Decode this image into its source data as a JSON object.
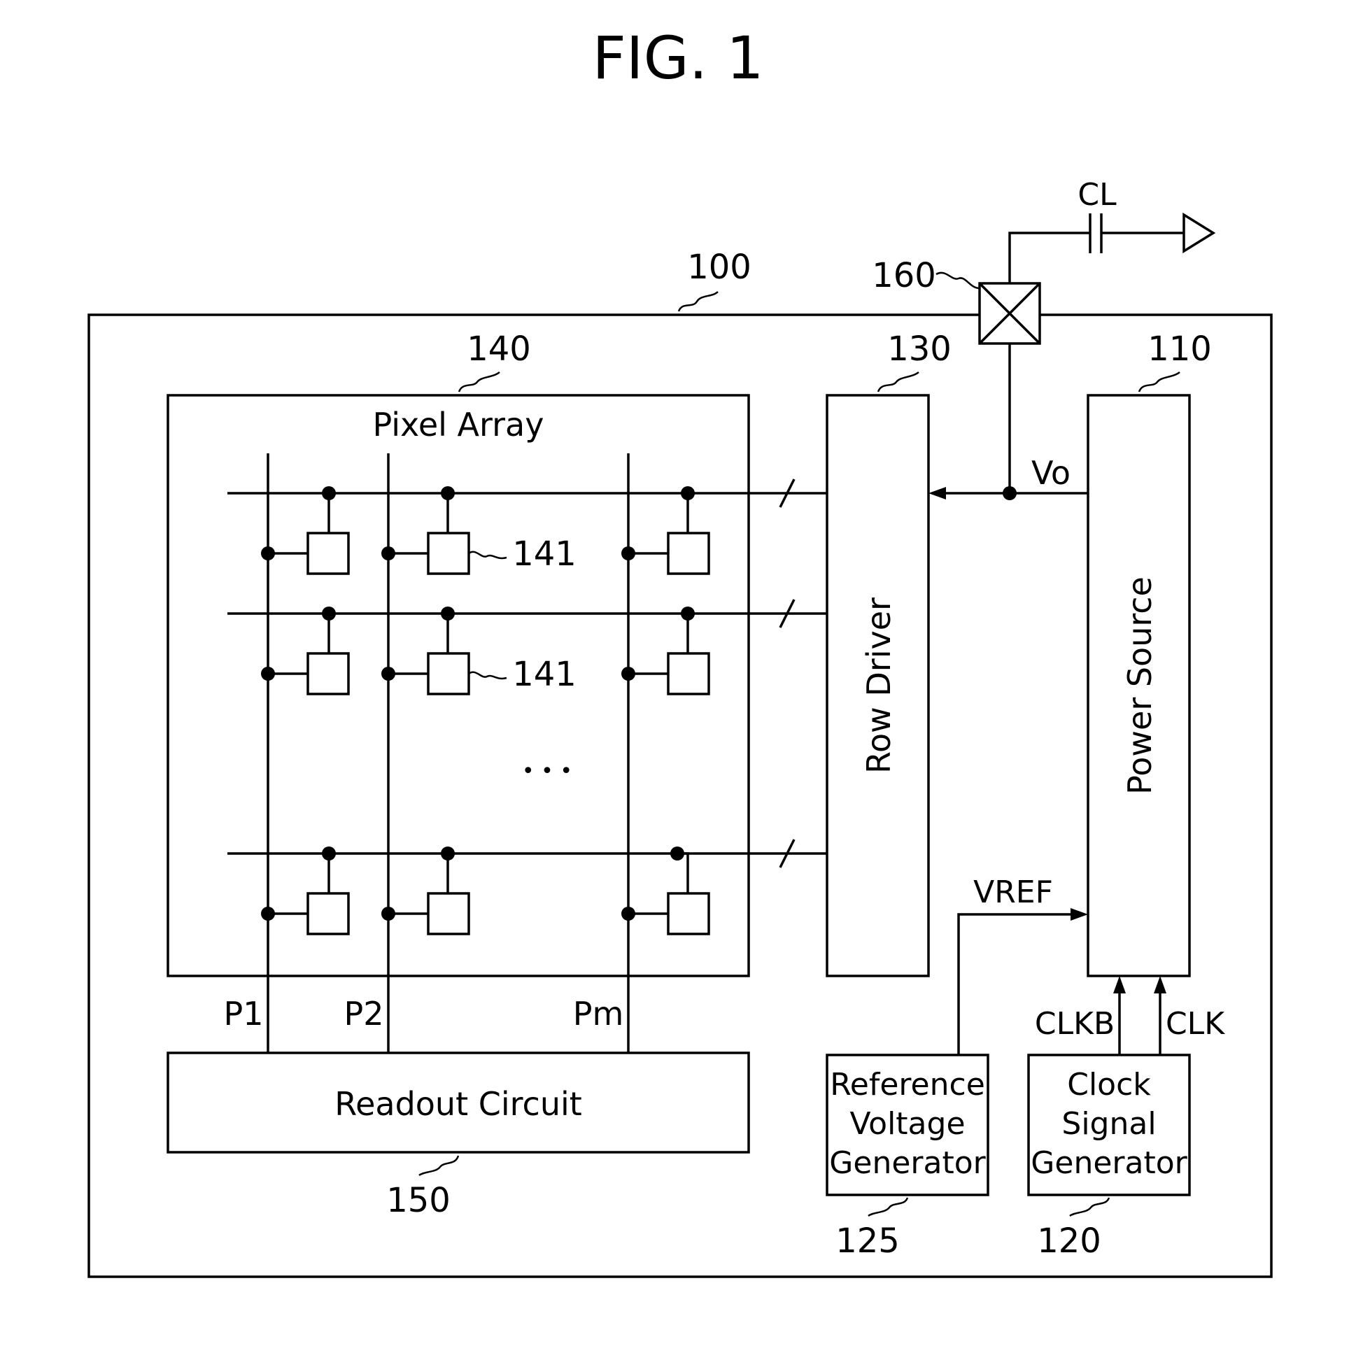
{
  "figure": {
    "title": "FIG. 1"
  },
  "refs": {
    "device": "100",
    "power_source": "110",
    "clock_gen": "120",
    "ref_voltage_gen": "125",
    "row_driver": "130",
    "pixel_array": "140",
    "pixel_a": "141",
    "pixel_b": "141",
    "readout": "150",
    "pad": "160"
  },
  "blocks": {
    "pixel_array": "Pixel Array",
    "row_driver": "Row Driver",
    "power_source": "Power Source",
    "readout": "Readout Circuit",
    "ref_voltage_gen": [
      "Reference",
      "Voltage",
      "Generator"
    ],
    "clock_gen": [
      "Clock",
      "Signal",
      "Generator"
    ]
  },
  "signals": {
    "cl": "CL",
    "vo": "Vo",
    "vref": "VREF",
    "clkb": "CLKB",
    "clk": "CLK",
    "p1": "P1",
    "p2": "P2",
    "pm": "Pm",
    "ellipsis": "• • •"
  }
}
